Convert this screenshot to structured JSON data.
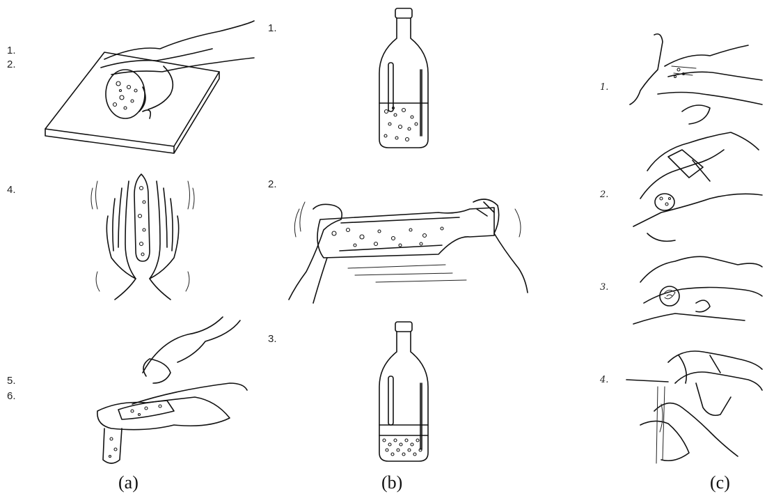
{
  "panels": {
    "a": {
      "caption": "(a)",
      "steps": [
        "1.",
        "2.",
        "4.",
        "5.",
        "6."
      ]
    },
    "b": {
      "caption": "(b)",
      "steps": [
        "1.",
        "2.",
        "3."
      ]
    },
    "c": {
      "caption": "(c)",
      "steps": [
        "1.",
        "2.",
        "3.",
        "4."
      ]
    }
  },
  "icons": [
    "hand-pressing-soil-on-board",
    "hands-rolling-soil-thread",
    "hands-breaking-soil-thread",
    "bottle-with-soil-and-water",
    "hands-shaking-bottle",
    "bottle-with-settled-sediment",
    "hand-rubbing-soil-step-1",
    "hand-rubbing-soil-step-2",
    "hand-rubbing-soil-step-3",
    "hand-rubbing-soil-step-4"
  ]
}
